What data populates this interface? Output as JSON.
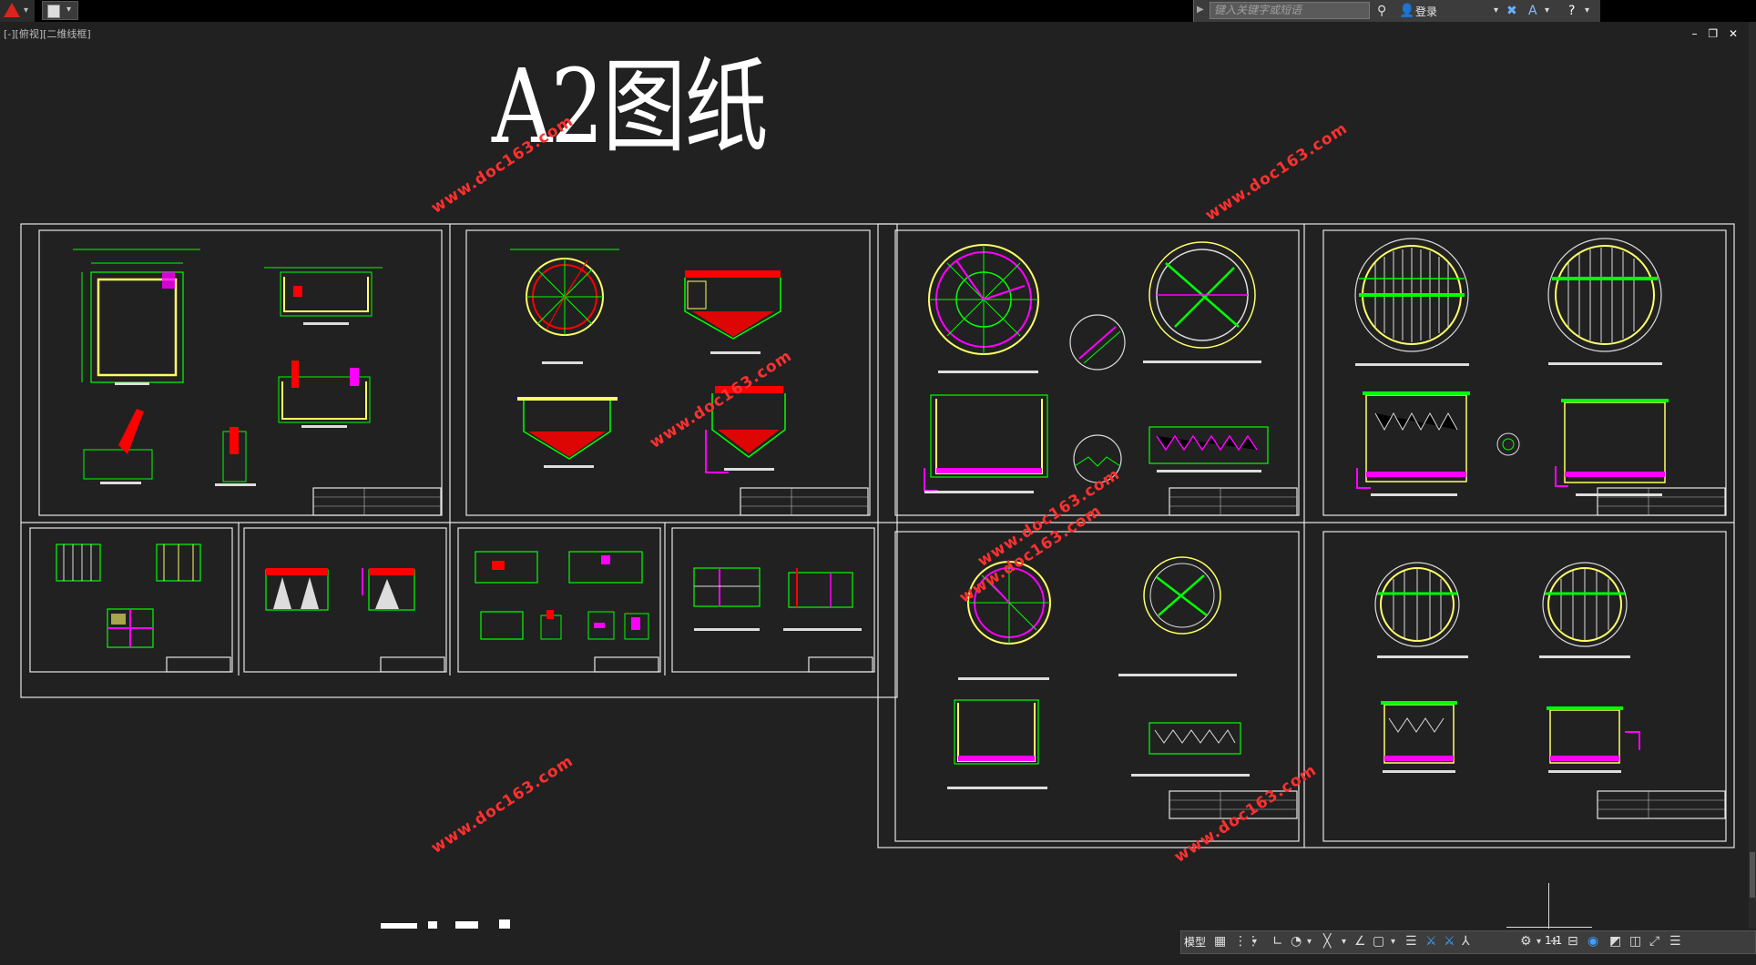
{
  "topbar": {
    "search_placeholder": "键入关键字或短语",
    "login_label": "登录"
  },
  "viewport": {
    "label": "[-][俯视][二维线框]",
    "title": "A2图纸",
    "window_controls": [
      "–",
      "❐",
      "✕"
    ]
  },
  "watermarks": [
    "www.doc163.com",
    "www.doc163.com",
    "www.doc163.com",
    "www.doc163.com",
    "www.doc163.com",
    "www.doc163.com",
    "www.doc163.com"
  ],
  "statusbar": {
    "model_label": "模型",
    "scale_label": "1:1"
  },
  "colors": {
    "background": "#212121",
    "drawing_green": "#00ff00",
    "drawing_magenta": "#ff00ff",
    "drawing_red": "#ff0000",
    "watermark_red": "#ff3030"
  },
  "icons": [
    "autocad-logo-icon",
    "save-icon",
    "binoculars-icon",
    "user-icon",
    "exchange-icon",
    "a360-icon",
    "help-icon",
    "grid-icon",
    "snap-icon",
    "ortho-icon",
    "polar-icon",
    "osnap-icon",
    "otrack-icon",
    "lineweight-icon",
    "transparency-icon",
    "annotation-icon",
    "workspace-icon",
    "settings-icon",
    "plus-icon",
    "isolate-icon",
    "hardware-icon",
    "fullscreen-icon",
    "menu-icon"
  ]
}
